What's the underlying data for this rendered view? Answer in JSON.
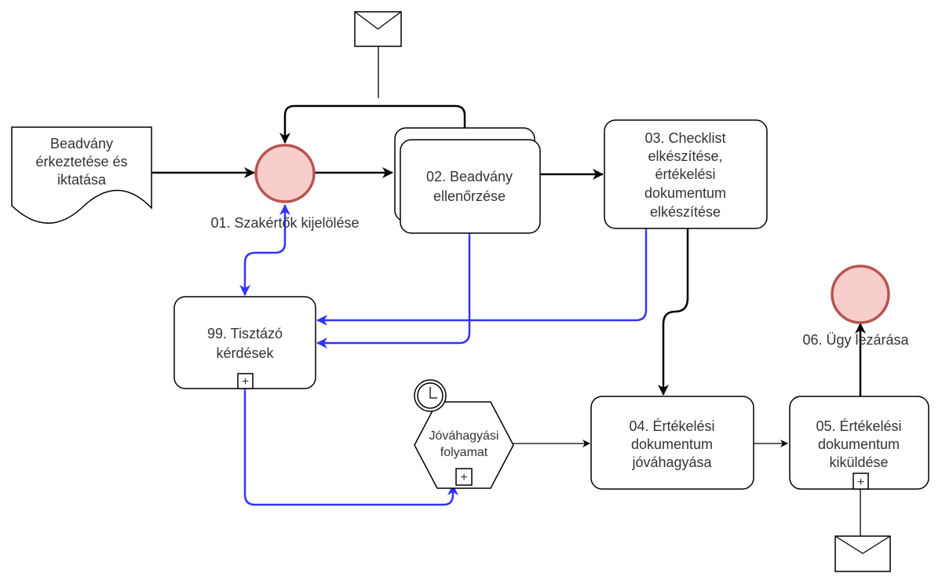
{
  "colors": {
    "event_fill": "#f8cecc",
    "event_stroke": "#b85450",
    "clarification_flow": "#3333ff",
    "flow": "#000000"
  },
  "nodes": {
    "document": {
      "lines": [
        "Beadvány",
        "érkeztetése és",
        "iktatása"
      ]
    },
    "start_event": {
      "label": "01. Szakértők kijelölése"
    },
    "task02": {
      "lines": [
        "02. Beadvány",
        "ellenőrzése"
      ]
    },
    "task03": {
      "lines": [
        "03. Checklist",
        "elkészítése,",
        "értékelési",
        "dokumentum",
        "elkészítése"
      ]
    },
    "task99": {
      "lines": [
        "99. Tisztázó",
        "kérdések"
      ],
      "marker": "+"
    },
    "subprocess": {
      "lines": [
        "Jóváhagyási",
        "folyamat"
      ],
      "marker": "+",
      "icon": "clock-icon"
    },
    "task04": {
      "lines": [
        "04. Értékelési",
        "dokumentum",
        "jóváhagyása"
      ]
    },
    "task05": {
      "lines": [
        "05. Értékelési",
        "dokumentum",
        "kiküldése"
      ],
      "marker": "+"
    },
    "end_event": {
      "label": "06. Ügy lezárása"
    }
  },
  "icons": {
    "message_top": "envelope-icon",
    "message_bottom": "envelope-icon"
  }
}
